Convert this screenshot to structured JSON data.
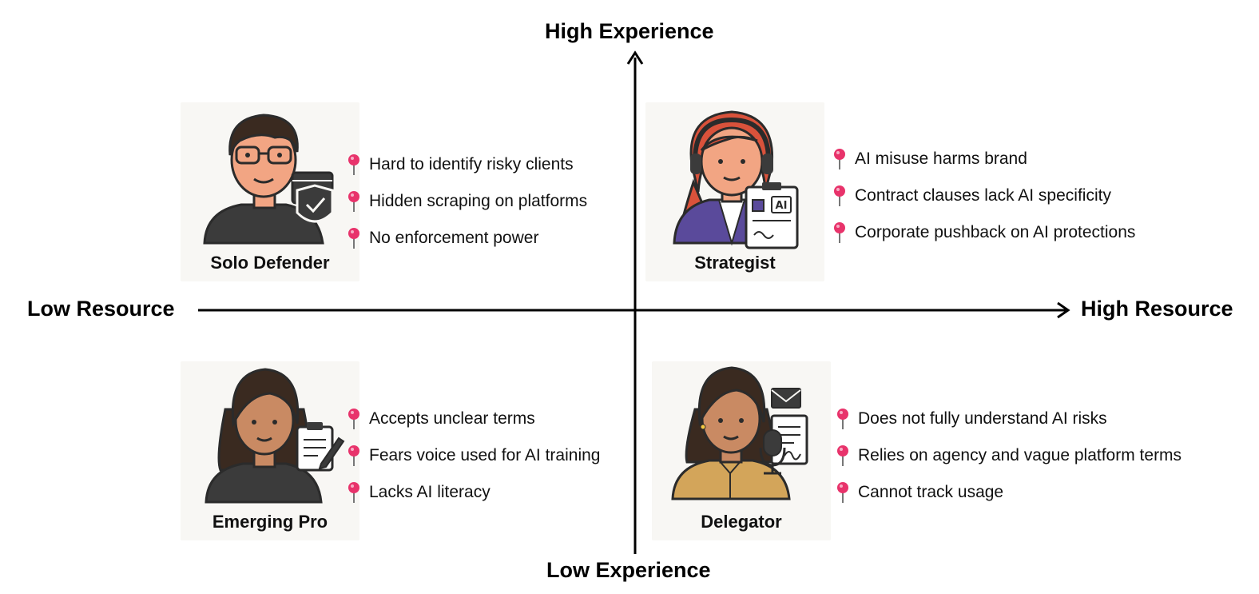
{
  "axes": {
    "top_label": "High Experience",
    "bottom_label": "Low Experience",
    "left_label": "Low Resource",
    "right_label": "High Resource"
  },
  "quadrants": {
    "top_left": {
      "persona": "Solo Defender",
      "icon": "man-with-glasses-shield-icon",
      "points": [
        "Hard to identify risky clients",
        "Hidden scraping on platforms",
        "No enforcement power"
      ]
    },
    "top_right": {
      "persona": "Strategist",
      "icon": "woman-headphones-clipboard-icon",
      "points": [
        "AI misuse harms brand",
        "Contract clauses lack AI specificity",
        "Corporate pushback on AI protections"
      ]
    },
    "bottom_left": {
      "persona": "Emerging Pro",
      "icon": "woman-clipboard-pen-icon",
      "points": [
        "Accepts unclear terms",
        "Fears voice used for AI training",
        "Lacks AI literacy"
      ]
    },
    "bottom_right": {
      "persona": "Delegator",
      "icon": "woman-microphone-document-icon",
      "points": [
        "Does not fully understand AI risks",
        "Relies on agency and vague platform terms",
        "Cannot track usage"
      ]
    }
  },
  "colors": {
    "pin": "#e8336b",
    "card_bg": "#f8f7f4",
    "outline": "#2b2b2b",
    "skin": "#f2a583",
    "skin_dark": "#c98a63",
    "hair_dark": "#3a2a20",
    "hair_red": "#d9523b",
    "shirt_dark": "#3b3b3b",
    "jacket_purple": "#5a4a9b",
    "shirt_mustard": "#d3a55a"
  }
}
